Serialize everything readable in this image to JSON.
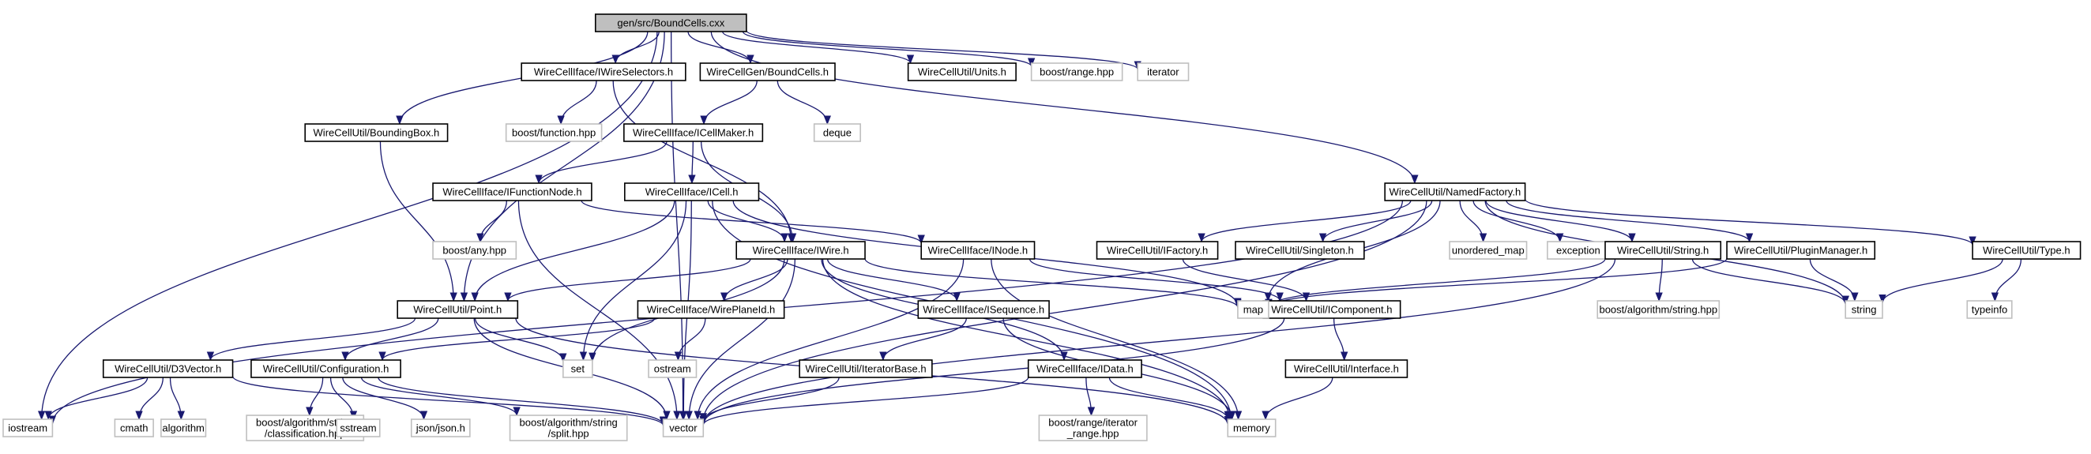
{
  "colors": {
    "edge": "#191970",
    "root_fill": "#bfbfbf",
    "root_stroke": "#000000",
    "documented_stroke": "#000000",
    "external_stroke": "#bfbfbf",
    "text": "#000000"
  },
  "nodes": [
    {
      "id": "root",
      "label": "gen/src/BoundCells.cxx",
      "kind": "root"
    },
    {
      "id": "iwiresel",
      "label": "WireCellIface/IWireSelectors.h",
      "kind": "documented"
    },
    {
      "id": "bcells_h",
      "label": "WireCellGen/BoundCells.h",
      "kind": "documented"
    },
    {
      "id": "units",
      "label": "WireCellUtil/Units.h",
      "kind": "documented"
    },
    {
      "id": "boostrange",
      "label": "boost/range.hpp",
      "kind": "external"
    },
    {
      "id": "iterator",
      "label": "iterator",
      "kind": "external"
    },
    {
      "id": "bbox",
      "label": "WireCellUtil/BoundingBox.h",
      "kind": "documented"
    },
    {
      "id": "boostfunction",
      "label": "boost/function.hpp",
      "kind": "external"
    },
    {
      "id": "deque",
      "label": "deque",
      "kind": "external"
    },
    {
      "id": "icellmaker",
      "label": "WireCellIface/ICellMaker.h",
      "kind": "documented"
    },
    {
      "id": "ifuncnode",
      "label": "WireCellIface/IFunctionNode.h",
      "kind": "documented"
    },
    {
      "id": "icell",
      "label": "WireCellIface/ICell.h",
      "kind": "documented"
    },
    {
      "id": "namedfactory",
      "label": "WireCellUtil/NamedFactory.h",
      "kind": "documented"
    },
    {
      "id": "boostany",
      "label": "boost/any.hpp",
      "kind": "external"
    },
    {
      "id": "iwire",
      "label": "WireCellIface/IWire.h",
      "kind": "documented"
    },
    {
      "id": "inode",
      "label": "WireCellIface/INode.h",
      "kind": "documented"
    },
    {
      "id": "ifactory",
      "label": "WireCellUtil/IFactory.h",
      "kind": "documented"
    },
    {
      "id": "singleton",
      "label": "WireCellUtil/Singleton.h",
      "kind": "documented"
    },
    {
      "id": "unordered_map",
      "label": "unordered_map",
      "kind": "external"
    },
    {
      "id": "exception",
      "label": "exception",
      "kind": "external"
    },
    {
      "id": "stringh",
      "label": "WireCellUtil/String.h",
      "kind": "documented"
    },
    {
      "id": "pluginmgr",
      "label": "WireCellUtil/PluginManager.h",
      "kind": "documented"
    },
    {
      "id": "typeh",
      "label": "WireCellUtil/Type.h",
      "kind": "documented"
    },
    {
      "id": "pointh",
      "label": "WireCellUtil/Point.h",
      "kind": "documented"
    },
    {
      "id": "wireplaneid",
      "label": "WireCellIface/WirePlaneId.h",
      "kind": "documented"
    },
    {
      "id": "isequence",
      "label": "WireCellIface/ISequence.h",
      "kind": "documented"
    },
    {
      "id": "icomponent",
      "label": "WireCellUtil/IComponent.h",
      "kind": "documented"
    },
    {
      "id": "map",
      "label": "map",
      "kind": "external"
    },
    {
      "id": "boostalgstr",
      "label": "boost/algorithm/string.hpp",
      "kind": "external"
    },
    {
      "id": "string",
      "label": "string",
      "kind": "external"
    },
    {
      "id": "typeinfo",
      "label": "typeinfo",
      "kind": "external"
    },
    {
      "id": "d3vector",
      "label": "WireCellUtil/D3Vector.h",
      "kind": "documented"
    },
    {
      "id": "config",
      "label": "WireCellUtil/Configuration.h",
      "kind": "documented"
    },
    {
      "id": "set",
      "label": "set",
      "kind": "external"
    },
    {
      "id": "ostream",
      "label": "ostream",
      "kind": "external"
    },
    {
      "id": "iteratorbase",
      "label": "WireCellUtil/IteratorBase.h",
      "kind": "documented"
    },
    {
      "id": "idata",
      "label": "WireCellIface/IData.h",
      "kind": "documented"
    },
    {
      "id": "interface",
      "label": "WireCellUtil/Interface.h",
      "kind": "documented"
    },
    {
      "id": "iostream",
      "label": "iostream",
      "kind": "external"
    },
    {
      "id": "cmath",
      "label": "cmath",
      "kind": "external"
    },
    {
      "id": "algorithm",
      "label": "algorithm",
      "kind": "external"
    },
    {
      "id": "classification",
      "label": "boost/algorithm/string\n/classification.hpp",
      "kind": "external"
    },
    {
      "id": "sstream",
      "label": "sstream",
      "kind": "external"
    },
    {
      "id": "json",
      "label": "json/json.h",
      "kind": "external"
    },
    {
      "id": "split",
      "label": "boost/algorithm/string\n/split.hpp",
      "kind": "external"
    },
    {
      "id": "vector",
      "label": "vector",
      "kind": "external"
    },
    {
      "id": "iterator_range",
      "label": "boost/range/iterator\n_range.hpp",
      "kind": "external"
    },
    {
      "id": "memory",
      "label": "memory",
      "kind": "external"
    }
  ],
  "edges": [
    [
      "root",
      "iwiresel"
    ],
    [
      "root",
      "bcells_h"
    ],
    [
      "root",
      "units"
    ],
    [
      "root",
      "boostrange"
    ],
    [
      "root",
      "iterator"
    ],
    [
      "root",
      "bbox"
    ],
    [
      "root",
      "iostream"
    ],
    [
      "root",
      "vector"
    ],
    [
      "root",
      "pointh"
    ],
    [
      "root",
      "namedfactory"
    ],
    [
      "iwiresel",
      "boostfunction"
    ],
    [
      "iwiresel",
      "iwire"
    ],
    [
      "bcells_h",
      "icellmaker"
    ],
    [
      "bcells_h",
      "deque"
    ],
    [
      "bbox",
      "pointh"
    ],
    [
      "icellmaker",
      "ifuncnode"
    ],
    [
      "icellmaker",
      "icell"
    ],
    [
      "icellmaker",
      "iwire"
    ],
    [
      "ifuncnode",
      "boostany"
    ],
    [
      "ifuncnode",
      "inode"
    ],
    [
      "ifuncnode",
      "vector"
    ],
    [
      "icell",
      "iwire"
    ],
    [
      "icell",
      "pointh"
    ],
    [
      "icell",
      "set"
    ],
    [
      "icell",
      "vector"
    ],
    [
      "icell",
      "memory"
    ],
    [
      "icell",
      "map"
    ],
    [
      "namedfactory",
      "ifactory"
    ],
    [
      "namedfactory",
      "singleton"
    ],
    [
      "namedfactory",
      "unordered_map"
    ],
    [
      "namedfactory",
      "exception"
    ],
    [
      "namedfactory",
      "stringh"
    ],
    [
      "namedfactory",
      "pluginmgr"
    ],
    [
      "namedfactory",
      "typeh"
    ],
    [
      "namedfactory",
      "string"
    ],
    [
      "namedfactory",
      "vector"
    ],
    [
      "namedfactory",
      "iostream"
    ],
    [
      "namedfactory",
      "map"
    ],
    [
      "iwire",
      "pointh"
    ],
    [
      "iwire",
      "wireplaneid"
    ],
    [
      "iwire",
      "isequence"
    ],
    [
      "iwire",
      "idata"
    ],
    [
      "iwire",
      "set"
    ],
    [
      "iwire",
      "vector"
    ],
    [
      "iwire",
      "memory"
    ],
    [
      "iwire",
      "map"
    ],
    [
      "inode",
      "icomponent"
    ],
    [
      "inode",
      "vector"
    ],
    [
      "inode",
      "memory"
    ],
    [
      "ifactory",
      "icomponent"
    ],
    [
      "stringh",
      "boostalgstr"
    ],
    [
      "stringh",
      "string"
    ],
    [
      "stringh",
      "map"
    ],
    [
      "stringh",
      "vector"
    ],
    [
      "pluginmgr",
      "string"
    ],
    [
      "pluginmgr",
      "map"
    ],
    [
      "typeh",
      "typeinfo"
    ],
    [
      "typeh",
      "string"
    ],
    [
      "pointh",
      "d3vector"
    ],
    [
      "pointh",
      "config"
    ],
    [
      "pointh",
      "set"
    ],
    [
      "pointh",
      "vector"
    ],
    [
      "pointh",
      "memory"
    ],
    [
      "wireplaneid",
      "ostream"
    ],
    [
      "wireplaneid",
      "config"
    ],
    [
      "isequence",
      "iteratorbase"
    ],
    [
      "isequence",
      "memory"
    ],
    [
      "icomponent",
      "interface"
    ],
    [
      "icomponent",
      "vector"
    ],
    [
      "d3vector",
      "iostream"
    ],
    [
      "d3vector",
      "cmath"
    ],
    [
      "d3vector",
      "algorithm"
    ],
    [
      "d3vector",
      "vector"
    ],
    [
      "config",
      "classification"
    ],
    [
      "config",
      "sstream"
    ],
    [
      "config",
      "json"
    ],
    [
      "config",
      "split"
    ],
    [
      "config",
      "vector"
    ],
    [
      "iteratorbase",
      "vector"
    ],
    [
      "idata",
      "vector"
    ],
    [
      "idata",
      "memory"
    ],
    [
      "idata",
      "iterator_range"
    ],
    [
      "interface",
      "memory"
    ]
  ]
}
